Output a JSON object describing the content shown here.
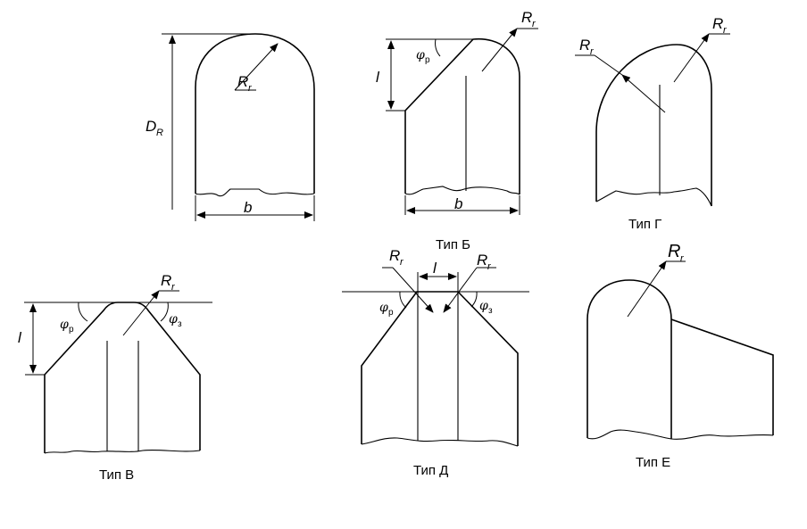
{
  "labels": {
    "radius": "R",
    "radius_sub": "r",
    "diameter": "D",
    "diameter_sub": "R",
    "width": "b",
    "length": "l",
    "angle_phi": "φ",
    "phi_p_sub": "р",
    "phi_z_sub": "з"
  },
  "captions": {
    "type_b": "Тип Б",
    "type_v": "Тип В",
    "type_g": "Тип Г",
    "type_d": "Тип Д",
    "type_e": "Тип Е"
  },
  "colors": {
    "line": "#000000",
    "background": "#ffffff"
  }
}
